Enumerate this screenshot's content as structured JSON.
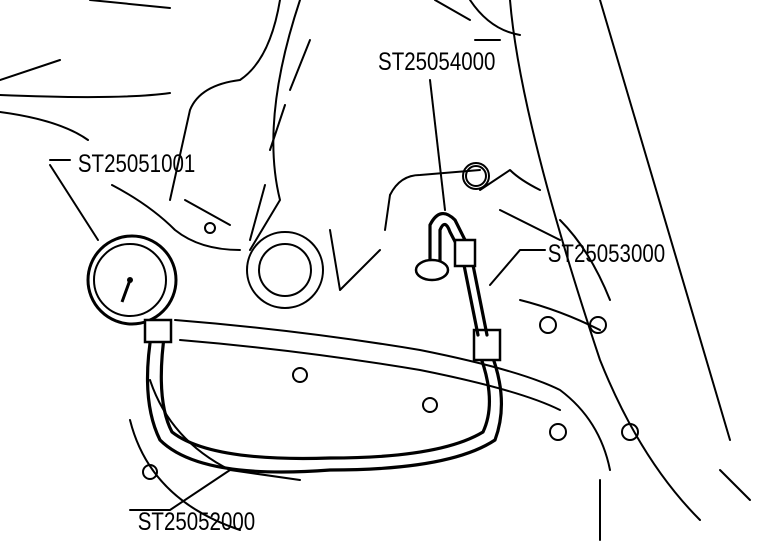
{
  "labels": {
    "pressure_gauge": "ST25051001",
    "gauge_hose": "ST25052000",
    "joint_pipe": "ST25053000",
    "connector": "ST25054000"
  }
}
